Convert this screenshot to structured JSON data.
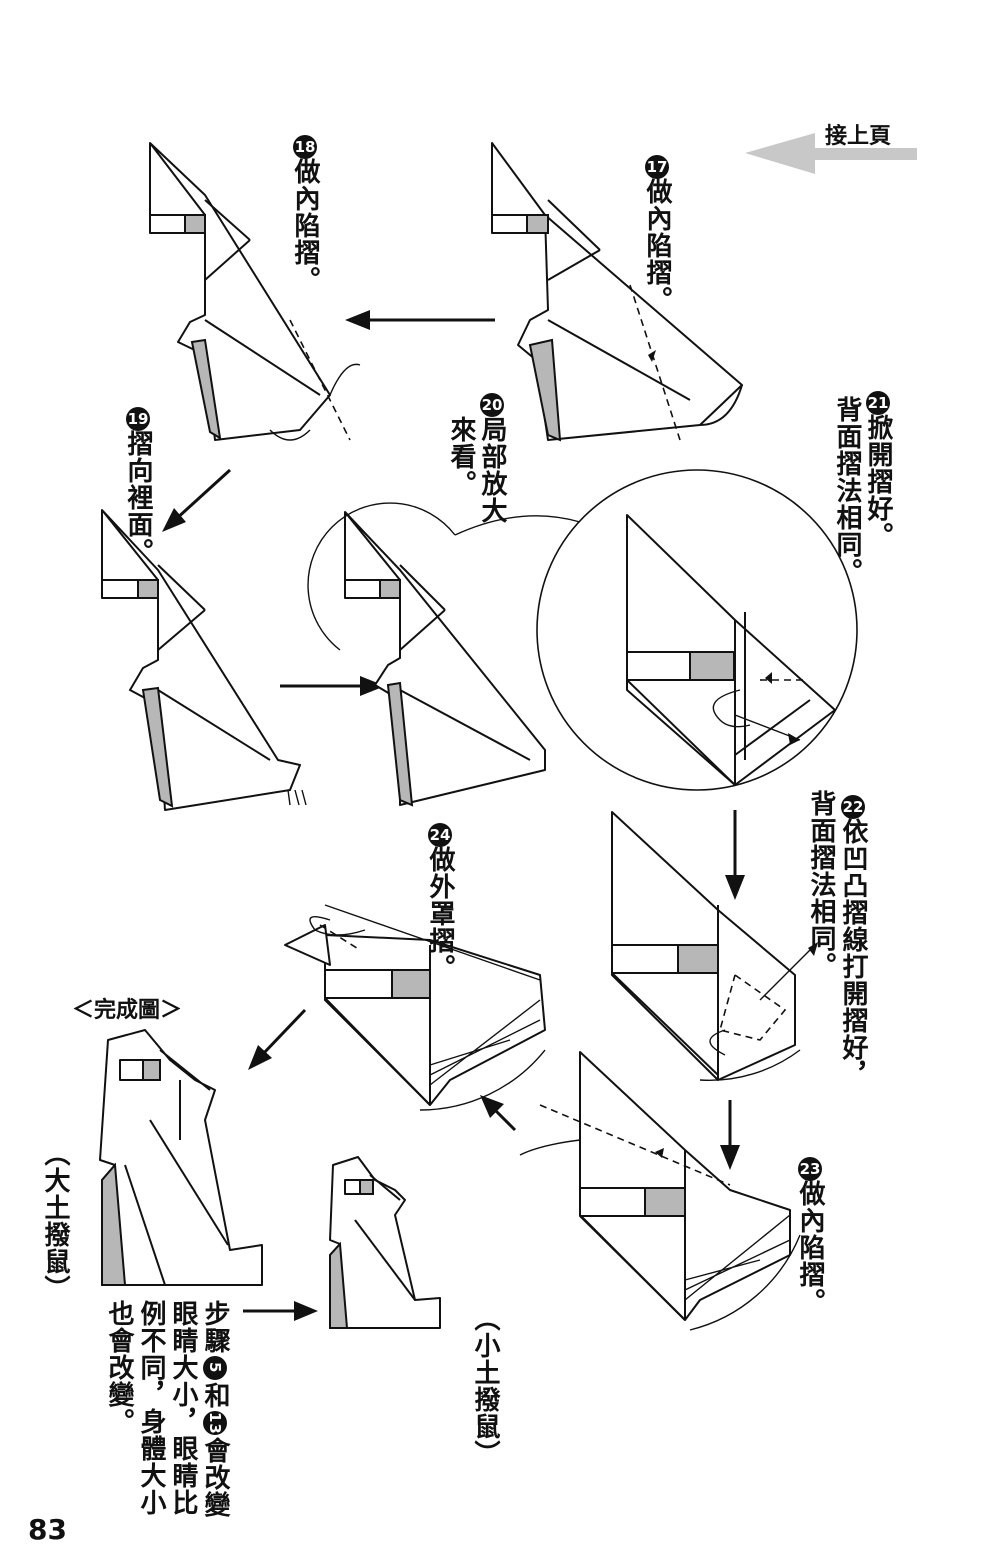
{
  "header": {
    "continue_label": "接上頁"
  },
  "steps": [
    {
      "num": "17",
      "text": "做內陷摺。"
    },
    {
      "num": "18",
      "text": "做內陷摺。"
    },
    {
      "num": "19",
      "text": "摺向裡面。"
    },
    {
      "num": "20",
      "text": "局部放大",
      "text2": "來看。"
    },
    {
      "num": "21",
      "text": "掀開摺好。",
      "text2": "背面摺法相同。"
    },
    {
      "num": "22",
      "text": "依凹凸摺線打開摺好，",
      "text2": "背面摺法相同。"
    },
    {
      "num": "23",
      "text": "做內陷摺。"
    },
    {
      "num": "24",
      "text": "做外罩摺。"
    }
  ],
  "finished": {
    "label": "＜完成圖＞",
    "large_caption": "（大土撥鼠）",
    "small_caption": "（小土撥鼠）"
  },
  "note": {
    "col1_a": "步驟",
    "num1": "5",
    "col1_b": "和",
    "num2": "13",
    "col1_c": "會改變",
    "col2": "眼睛大小，眼睛比",
    "col3": "例不同，身體大小",
    "col4": "也會改變。"
  },
  "page_number": "83",
  "colors": {
    "ink": "#111111",
    "shade": "#b7b7b7",
    "arrow_gray": "#c8c8c8"
  }
}
